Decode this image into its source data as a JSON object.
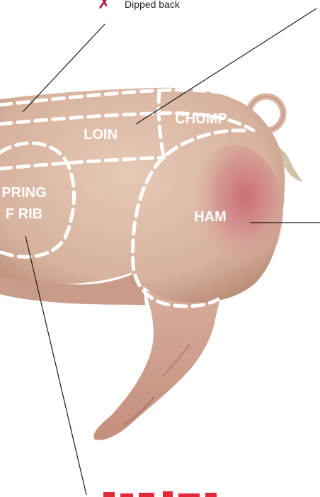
{
  "top_note": {
    "mark": "✗",
    "text": "Dipped back"
  },
  "cuts": {
    "loin": "LOIN",
    "chump": "CHUMP",
    "spring_line1": "PRING",
    "spring_line2": "F RIB",
    "ham": "HAM"
  },
  "colors": {
    "mark": "#b0123a",
    "skin": "#dcbaa6",
    "skin_shadow": "#c79c88",
    "ham_flush": "#c9747a",
    "dashed_outline": "#ffffff",
    "leader_line": "#1a1a1a",
    "bottom_text": "#e02a3a"
  }
}
